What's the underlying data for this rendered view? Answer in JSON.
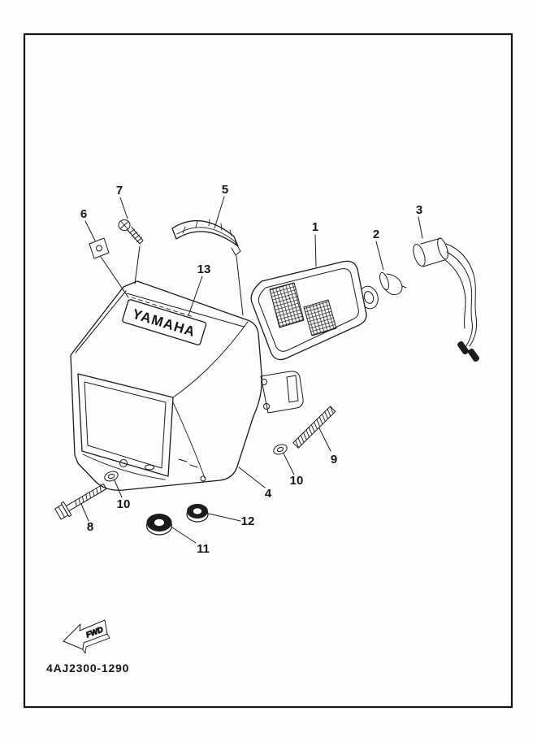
{
  "diagram": {
    "part_code": "4AJ2300-1290",
    "fwd_label": "FWD",
    "brand_label": "YAMAHA",
    "callouts": [
      "7",
      "6",
      "5",
      "1",
      "2",
      "3",
      "13",
      "9",
      "10",
      "4",
      "10",
      "8",
      "12",
      "11"
    ],
    "colors": {
      "ink": "#1b1b1b",
      "paper": "#fdfdfb"
    }
  }
}
